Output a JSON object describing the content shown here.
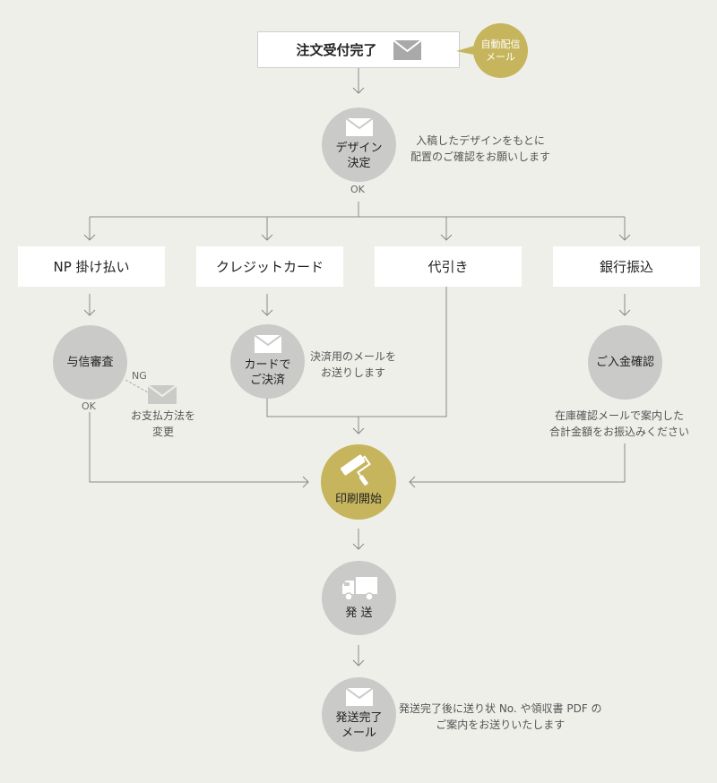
{
  "start": {
    "label": "注文受付完了",
    "icon": "mail-icon"
  },
  "auto_mail": {
    "line1": "自動配信",
    "line2": "メール"
  },
  "design": {
    "line1": "デザイン",
    "line2": "決定",
    "ok": "OK",
    "note_line1": "入稿したデザインをもとに",
    "note_line2": "配置のご確認をお願いします"
  },
  "payment_methods": [
    {
      "label": "NP 掛け払い"
    },
    {
      "label": "クレジットカード"
    },
    {
      "label": "代引き"
    },
    {
      "label": "銀行振込"
    }
  ],
  "credit_check": {
    "label": "与信審査",
    "ok": "OK",
    "ng": "NG",
    "ng_note_line1": "お支払方法を",
    "ng_note_line2": "変更"
  },
  "card_payment": {
    "line1": "カードで",
    "line2": "ご決済",
    "note_line1": "決済用のメールを",
    "note_line2": "お送りします"
  },
  "bank_confirm": {
    "label": "ご入金確認",
    "note_line1": "在庫確認メールで案内した",
    "note_line2": "合計金額をお振込みください"
  },
  "print_start": {
    "label": "印刷開始",
    "icon": "paint-roller-icon"
  },
  "shipping": {
    "label": "発 送",
    "icon": "truck-icon"
  },
  "ship_mail": {
    "line1": "発送完了",
    "line2": "メール",
    "note_line1": "発送完了後に送り状 No. や領収書 PDF の",
    "note_line2": "ご案内をお送りいたします"
  },
  "colors": {
    "background": "#efefea",
    "node_gray": "#cacac9",
    "accent_gold": "#c6b55c",
    "line": "#888888"
  }
}
